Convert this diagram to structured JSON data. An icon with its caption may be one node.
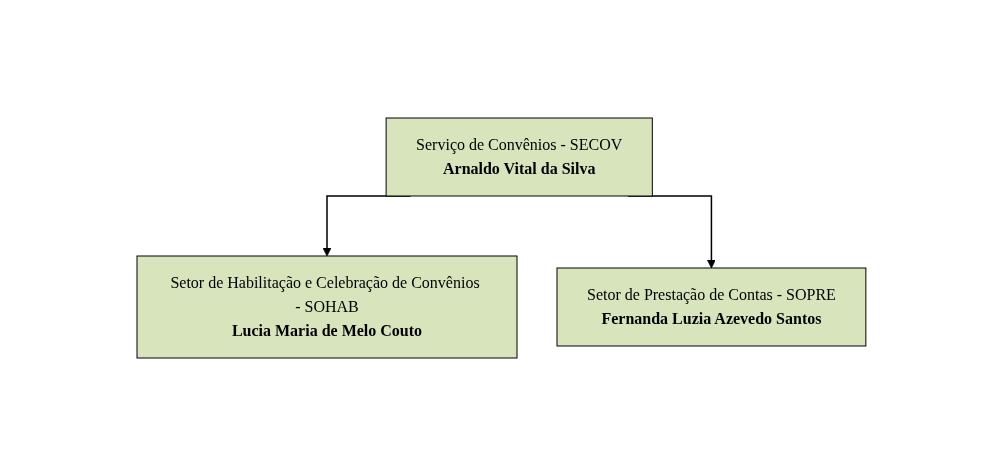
{
  "diagram": {
    "nodes": [
      {
        "text": [
          "Serviço de Convênios - SECOV",
          "Arnaldo Vital da Silva"
        ]
      },
      {
        "text": [
          "Setor de Habilitação e Celebração de Convênios - SOHAB",
          "Lucia Maria de Melo Couto"
        ]
      },
      {
        "text": [
          "Setor de Prestação de Contas - SOPRE",
          "Fernanda Luzia Azevedo Santos"
        ]
      }
    ],
    "edges": [
      {
        "from": 0,
        "to": 1,
        "arrow": "to"
      },
      {
        "from": 0,
        "to": 2,
        "arrow": "to"
      }
    ]
  }
}
